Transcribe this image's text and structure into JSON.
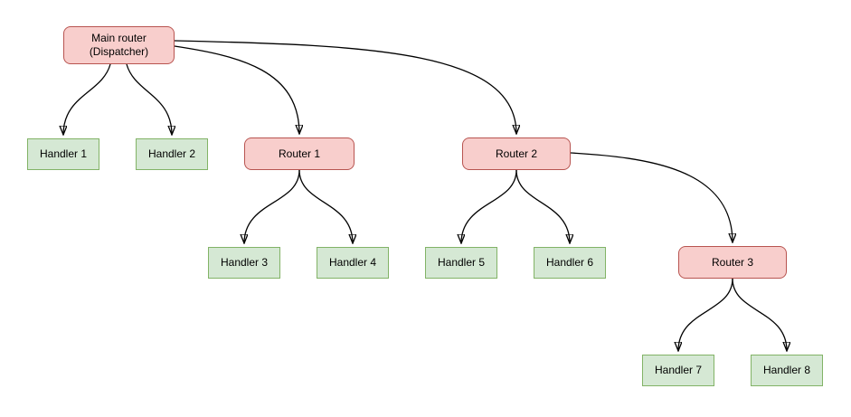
{
  "diagram": {
    "colors": {
      "router_fill": "#f8cecc",
      "router_border": "#b85450",
      "handler_fill": "#d5e8d4",
      "handler_border": "#82b366",
      "edge": "#000000"
    },
    "nodes": {
      "main_router": {
        "label_line1": "Main router",
        "label_line2": "(Dispatcher)",
        "type": "router"
      },
      "router_1": {
        "label": "Router 1",
        "type": "router"
      },
      "router_2": {
        "label": "Router 2",
        "type": "router"
      },
      "router_3": {
        "label": "Router 3",
        "type": "router"
      },
      "handler_1": {
        "label": "Handler 1",
        "type": "handler"
      },
      "handler_2": {
        "label": "Handler 2",
        "type": "handler"
      },
      "handler_3": {
        "label": "Handler 3",
        "type": "handler"
      },
      "handler_4": {
        "label": "Handler 4",
        "type": "handler"
      },
      "handler_5": {
        "label": "Handler 5",
        "type": "handler"
      },
      "handler_6": {
        "label": "Handler 6",
        "type": "handler"
      },
      "handler_7": {
        "label": "Handler 7",
        "type": "handler"
      },
      "handler_8": {
        "label": "Handler 8",
        "type": "handler"
      }
    },
    "edges": [
      {
        "from": "main_router",
        "to": "handler_1"
      },
      {
        "from": "main_router",
        "to": "handler_2"
      },
      {
        "from": "main_router",
        "to": "router_1"
      },
      {
        "from": "main_router",
        "to": "router_2"
      },
      {
        "from": "router_1",
        "to": "handler_3"
      },
      {
        "from": "router_1",
        "to": "handler_4"
      },
      {
        "from": "router_2",
        "to": "handler_5"
      },
      {
        "from": "router_2",
        "to": "handler_6"
      },
      {
        "from": "router_2",
        "to": "router_3"
      },
      {
        "from": "router_3",
        "to": "handler_7"
      },
      {
        "from": "router_3",
        "to": "handler_8"
      }
    ]
  }
}
